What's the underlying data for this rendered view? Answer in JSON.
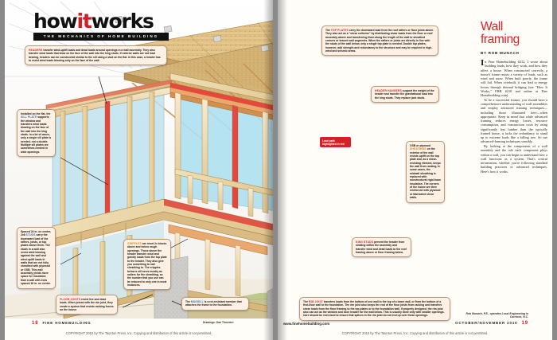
{
  "masthead": {
    "title_part1": "how",
    "title_part2": "it",
    "title_part3": "works",
    "subtitle": "THE MECHANICS OF HOME BUILDING"
  },
  "callouts": {
    "headers": {
      "keyword": "HEADERS",
      "text": " transfer wind-uplift loads and dead loads around openings in a wall assembly. They also transfer wind loads that blow on the face of the wall into the king studs. If exterior walls are not load bearing, headers can be constructed similar to the sill using a stud on the flat. In this case, a header has to resist wind loads blowing only on the face of the wall."
    },
    "sill_plate": {
      "pre": "Installed on the flat, the ",
      "keyword": "SILL PLATE",
      "text": " supports the window and transfers wind loads blowing on the face of the wall into the king studs. In a lot of cases, only a single sill plate is needed, not a double. Multiple sill plates are sometimes needed in wide openings."
    },
    "studs": {
      "pre": "Spaced 24 in. on center, 2x6 ",
      "keyword": "STUDS",
      "text": " carry the downward load of the rafters, joists, or top plates above them. The studs in a wall also resist wind blowing against the wall and wind-uplift loads in walls that are not fully sheathed with plywood or OSB. This wall assembly yields more space for insulation than a wall with 2x4s spaced 16 in. on center."
    },
    "floor_joists": {
      "keyword": "FLOOR JOISTS",
      "text": " resist live and dead loads. When joined with the rim joist, they create a system that resists racking forces on the house."
    },
    "cripples": {
      "keyword": "CRIPPLES",
      "text": " are short 2x blocks above and below rough openings. Those above the header transfer wind and gravity loads from the top plate to the header. They also give you something to nail sheathing to. The cripples below a sill serve mostly as nailers for the sheathing, so the number that you use can be reduced to only one in most instances."
    },
    "mudsill": {
      "pre": "The ",
      "keyword": "MUDSILL",
      "text": " is a rot-resistant member that attaches the frame to the foundation."
    },
    "top_plates": {
      "pre": "The ",
      "keyword": "TOP PLATES",
      "text": " carry the downward load from the roof rafters or floor joists above. They also act as a \"shear collector\" by distributing shear loads from the floor or roof assembly above and transferring them along the length of the wall to sheathed corners or braced wall segments. When the rafters or joists are directly in line with the studs of the wall below, only a single top plate is needed. Double top plates, however, add strength and redundancy to the structure and may be required in high-wind and seismic areas."
    },
    "header_hangers": {
      "keyword": "HEADER HANGERS",
      "text": " support the weight of the header and transfer the gravitational load into the king studs. They replace jack studs."
    },
    "osb_sheathing": {
      "pre": "OSB or plywood ",
      "keyword": "SHEATHING",
      "text": " on the exterior of the wall resists uplift on the top plate and, as a shear-resisting element, keeps the wall from racking. In some cases, the midwall sheathing is replaced with nonstructural rigid-foam insulation. The corners of the house are then reinforced with plywood or fabricated shear walls."
    },
    "king_studs": {
      "keyword": "KING STUDS",
      "text": " prevent the header from rotating within the assembly and transfer wind and dead loads to the roof framing above or floor framing below."
    },
    "rim_joist": {
      "pre": "The ",
      "keyword": "RIM JOIST",
      "text": " transfers loads from the bottom of one wall to the top of a lower wall, or from the bottom of a first-floor wall to the foundation. The rim joist also keeps the end of the floor joists from racking and transfers shear loads from the floor framing to the top plates or to the foundation wall. If properly designed, the rim joist also can act as the window and door header for the wall below. This is usually done only with smaller openings. Care should be exercised to ensure that splices in the rim joist do not end up over these openings."
    },
    "load_path": {
      "text": "Load path highlighted in red"
    }
  },
  "article": {
    "title_line1": "Wall",
    "title_line2": "framing",
    "byline": "BY ROB MUNACH",
    "dropcap": "I",
    "para1": "n Fine Homebuilding #212, I wrote about building loads, how they work, and how they affect a house. When constructed correctly, a house's frame resists a variety of loads, such as wind and snow. When built poorly, the frame will fail. When overbuilt, it can lead to energy losses through thermal bridging (see \"How It Works,\" FHB #210 and online at Fine Homebuilding.com).",
    "para2": "To be a successful framer, you should have a comprehensive understanding of wall assemblies and employ advanced framing techniques—including those illustrated here—when appropriate. Keep in mind that while advanced framing reduces energy losses, resource consumption, and construction costs by using significantly less lumber than the typically framed house, it lacks the redundancy to stand up to extreme loads like a falling tree. So use advanced-framing techniques sensibly.",
    "para3": "By looking at the components of a wall assembly and the role each component plays within a wall, you can begin to understand how a wall functions as a system. That's critical information, whether you're following standard building practices or advanced techniques. Here's how it works.",
    "credit": "Rob Munach, P.E., operates Local Engineering in Carrboro, N.C."
  },
  "footer": {
    "page_left": "18",
    "publication_left": "FINE HOMEBUILDING",
    "url": "www.finehomebuilding.com",
    "issue": "OCTOBER/NOVEMBER 2010",
    "page_right": "19",
    "illustration_credit": "Drawings: Dan Thornton",
    "copyright": "COPYRIGHT 2010 by The Taunton Press, Inc. Copying and distribution of this article is not permitted."
  }
}
